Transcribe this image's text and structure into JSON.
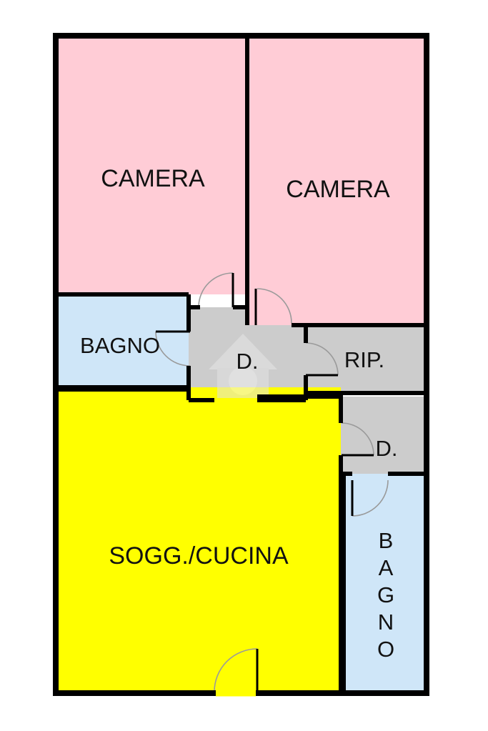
{
  "colors": {
    "bedroom": "#ffccd6",
    "bathroom": "#cfe6f8",
    "service": "#cccccc",
    "living": "#ffff00",
    "wall": "#000000"
  },
  "rooms": {
    "camera_left": {
      "label": "CAMERA"
    },
    "camera_right": {
      "label": "CAMERA"
    },
    "bagno_left": {
      "label": "BAGNO"
    },
    "disimpegno_main": {
      "label": "D."
    },
    "ripostiglio": {
      "label": "RIP."
    },
    "disimpegno_small": {
      "label": "D."
    },
    "soggiorno_cucina": {
      "label": "SOGG./CUCINA"
    },
    "bagno_right": {
      "letters": [
        "B",
        "A",
        "G",
        "N",
        "O"
      ]
    }
  }
}
